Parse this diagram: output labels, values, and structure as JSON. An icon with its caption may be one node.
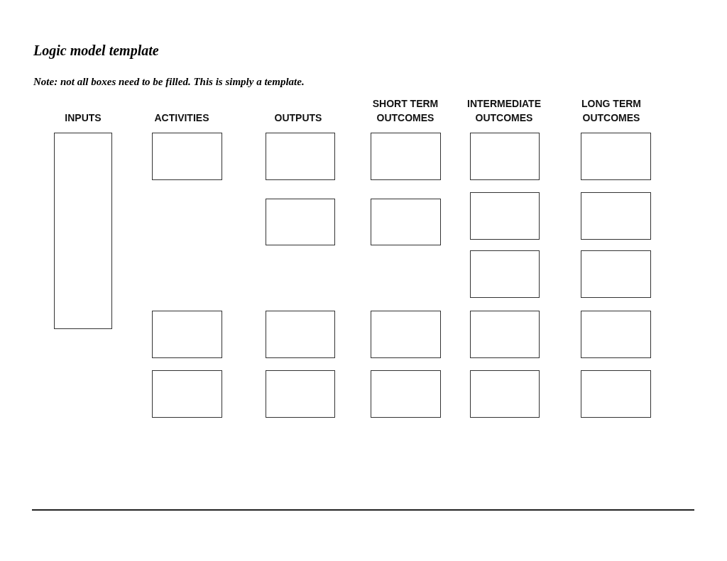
{
  "diagram": {
    "title": "Logic model template",
    "nodes": [
      {
        "text": [],
        "shape": "box"
      },
      {
        "text": [],
        "shape": "box"
      },
      {
        "text": [],
        "shape": "box"
      },
      {
        "text": [],
        "shape": "box"
      },
      {
        "text": [],
        "shape": "box"
      },
      {
        "text": [],
        "shape": "box"
      },
      {
        "text": [],
        "shape": "box"
      },
      {
        "text": [],
        "shape": "box"
      },
      {
        "text": [],
        "shape": "box"
      },
      {
        "text": [],
        "shape": "box"
      },
      {
        "text": [],
        "shape": "box"
      },
      {
        "text": [],
        "shape": "box"
      },
      {
        "text": [],
        "shape": "box"
      },
      {
        "text": [],
        "shape": "box"
      },
      {
        "text": [],
        "shape": "box"
      },
      {
        "text": [],
        "shape": "box"
      },
      {
        "text": [],
        "shape": "box"
      },
      {
        "text": [],
        "shape": "box"
      },
      {
        "text": [],
        "shape": "box"
      },
      {
        "text": [],
        "shape": "box"
      },
      {
        "text": [],
        "shape": "box"
      },
      {
        "text": [],
        "shape": "box"
      }
    ],
    "labels": [
      "Note: not all boxes need to be filled. This is simply a template.",
      "INPUTS",
      "ACTIVITIES",
      "OUTPUTS",
      "SHORT TERM OUTCOMES",
      "INTERMEDIATE OUTCOMES",
      "LONG TERM OUTCOMES"
    ]
  }
}
